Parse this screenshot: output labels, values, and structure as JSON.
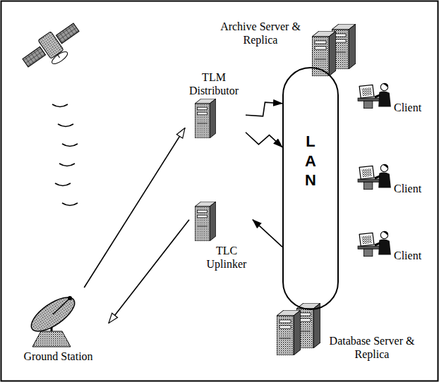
{
  "diagram": {
    "nodes": [
      {
        "text": [
          "Archive Server & Replica"
        ]
      },
      {
        "text": [
          "TLM Distributor"
        ]
      },
      {
        "text": [
          "L A N"
        ]
      },
      {
        "text": [
          "Client"
        ]
      },
      {
        "text": [
          "Client"
        ]
      },
      {
        "text": [
          "TLC Uplinker"
        ]
      },
      {
        "text": [
          "Client"
        ]
      },
      {
        "text": [
          "Ground Station"
        ]
      },
      {
        "text": [
          "Database Server & Replica"
        ]
      }
    ],
    "edges": [
      {
        "from": 7,
        "to": 1,
        "arrow": "to"
      },
      {
        "from": 1,
        "to": 2,
        "arrow": "to"
      },
      {
        "from": 1,
        "to": 2,
        "arrow": "to"
      },
      {
        "from": 2,
        "to": 5,
        "arrow": "to"
      },
      {
        "from": 5,
        "to": 7,
        "arrow": "to"
      }
    ]
  }
}
